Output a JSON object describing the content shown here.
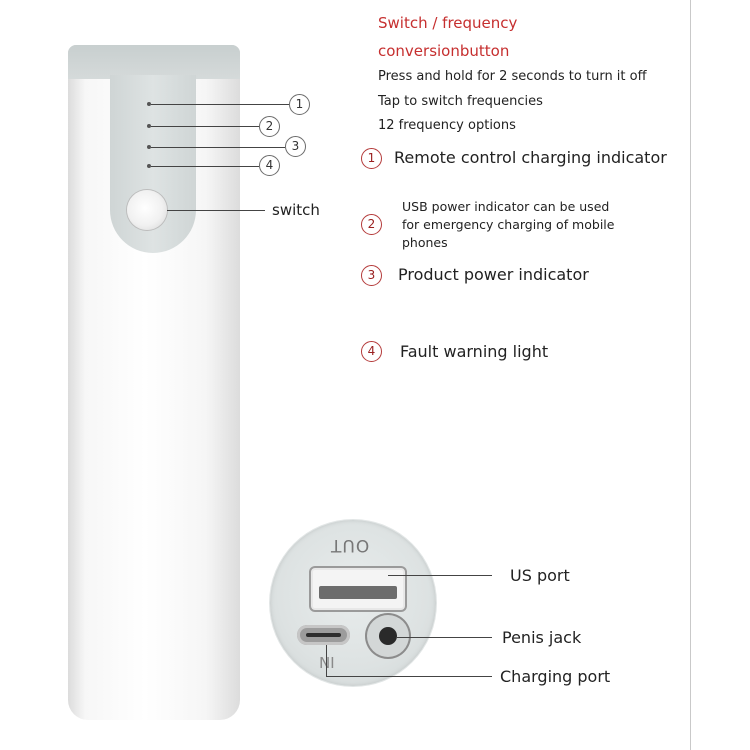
{
  "switch_title_line1": "Switch / frequency",
  "switch_title_line2": "conversionbutton",
  "switch_desc": [
    "Press and hold for 2 seconds to turn it off",
    "Tap to switch frequencies",
    "12 frequency options"
  ],
  "markers": [
    "1",
    "2",
    "3",
    "4"
  ],
  "legend": [
    {
      "num": "1",
      "text_lines": [
        "Remote control charging indicator"
      ]
    },
    {
      "num": "2",
      "text_lines": [
        "USB power indicator can be used",
        "for emergency charging of mobile",
        "phones"
      ]
    },
    {
      "num": "3",
      "text_lines": [
        "Product power indicator"
      ]
    },
    {
      "num": "4",
      "text_lines": [
        "Fault warning light"
      ]
    }
  ],
  "switch_label": "switch",
  "port_labels": {
    "out": "OUT",
    "in": "IN",
    "us_port": "US port",
    "penis_jack": "Penis jack",
    "charging_port": "Charging port"
  },
  "colors": {
    "title_red": "#c62f2f",
    "marker_red": "#b43a3a",
    "cap_gray": "#cbd1d1"
  }
}
